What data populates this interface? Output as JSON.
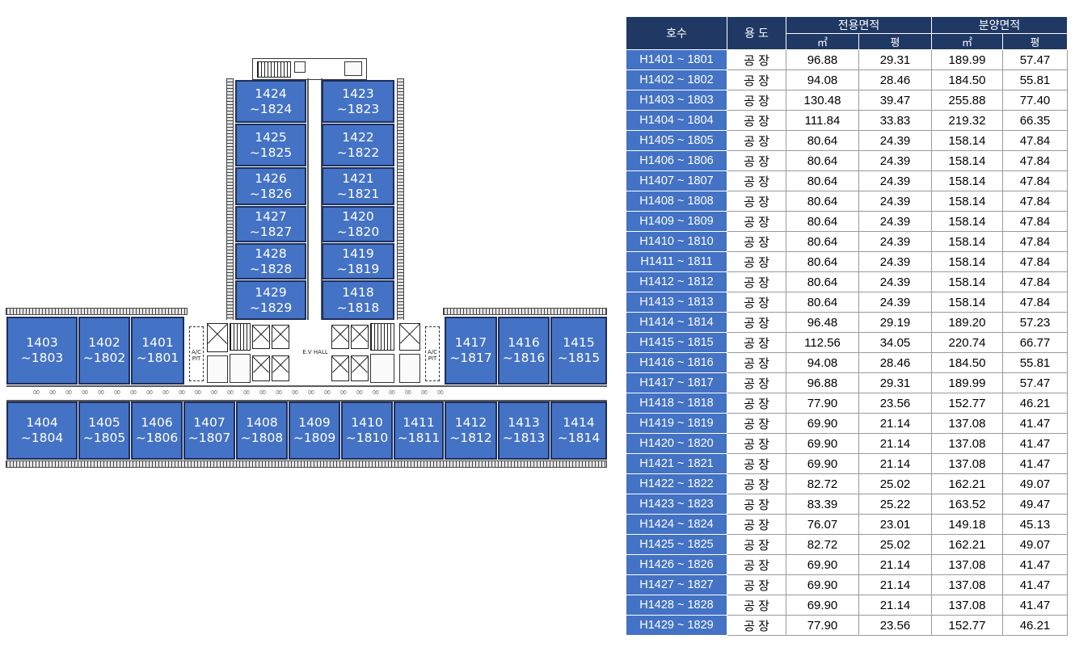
{
  "plan": {
    "ev_hall_label": "E.V HALL",
    "ac_pit_label": "A/C PIT",
    "colors": {
      "unit_fill": "#4472c4",
      "unit_border": "#1c2f5c"
    },
    "units": {
      "u1424": [
        "1424",
        "~1824"
      ],
      "u1423": [
        "1423",
        "~1823"
      ],
      "u1425": [
        "1425",
        "~1825"
      ],
      "u1422": [
        "1422",
        "~1822"
      ],
      "u1426": [
        "1426",
        "~1826"
      ],
      "u1421": [
        "1421",
        "~1821"
      ],
      "u1427": [
        "1427",
        "~1827"
      ],
      "u1420": [
        "1420",
        "~1820"
      ],
      "u1428": [
        "1428",
        "~1828"
      ],
      "u1419": [
        "1419",
        "~1819"
      ],
      "u1429": [
        "1429",
        "~1829"
      ],
      "u1418": [
        "1418",
        "~1818"
      ],
      "u1403": [
        "1403",
        "~1803"
      ],
      "u1402": [
        "1402",
        "~1802"
      ],
      "u1401": [
        "1401",
        "~1801"
      ],
      "u1417": [
        "1417",
        "~1817"
      ],
      "u1416": [
        "1416",
        "~1816"
      ],
      "u1415": [
        "1415",
        "~1815"
      ],
      "u1404": [
        "1404",
        "~1804"
      ],
      "u1405": [
        "1405",
        "~1805"
      ],
      "u1406": [
        "1406",
        "~1806"
      ],
      "u1407": [
        "1407",
        "~1807"
      ],
      "u1408": [
        "1408",
        "~1808"
      ],
      "u1409": [
        "1409",
        "~1809"
      ],
      "u1410": [
        "1410",
        "~1810"
      ],
      "u1411": [
        "1411",
        "~1811"
      ],
      "u1412": [
        "1412",
        "~1812"
      ],
      "u1413": [
        "1413",
        "~1813"
      ],
      "u1414": [
        "1414",
        "~1814"
      ]
    }
  },
  "table": {
    "header": {
      "ho": "호수",
      "use": "용 도",
      "exclusive": "전용면적",
      "sale": "분양면적",
      "sqm": "㎡",
      "pyeong": "평"
    },
    "colors": {
      "header_bg": "#1f3864",
      "ho_bg": "#4472c4"
    },
    "rows": [
      [
        "H1401 ~ 1801",
        "공 장",
        "96.88",
        "29.31",
        "189.99",
        "57.47"
      ],
      [
        "H1402 ~ 1802",
        "공 장",
        "94.08",
        "28.46",
        "184.50",
        "55.81"
      ],
      [
        "H1403 ~ 1803",
        "공 장",
        "130.48",
        "39.47",
        "255.88",
        "77.40"
      ],
      [
        "H1404 ~ 1804",
        "공 장",
        "111.84",
        "33.83",
        "219.32",
        "66.35"
      ],
      [
        "H1405 ~ 1805",
        "공 장",
        "80.64",
        "24.39",
        "158.14",
        "47.84"
      ],
      [
        "H1406 ~ 1806",
        "공 장",
        "80.64",
        "24.39",
        "158.14",
        "47.84"
      ],
      [
        "H1407 ~ 1807",
        "공 장",
        "80.64",
        "24.39",
        "158.14",
        "47.84"
      ],
      [
        "H1408 ~ 1808",
        "공 장",
        "80.64",
        "24.39",
        "158.14",
        "47.84"
      ],
      [
        "H1409 ~ 1809",
        "공 장",
        "80.64",
        "24.39",
        "158.14",
        "47.84"
      ],
      [
        "H1410 ~ 1810",
        "공 장",
        "80.64",
        "24.39",
        "158.14",
        "47.84"
      ],
      [
        "H1411 ~ 1811",
        "공 장",
        "80.64",
        "24.39",
        "158.14",
        "47.84"
      ],
      [
        "H1412 ~ 1812",
        "공 장",
        "80.64",
        "24.39",
        "158.14",
        "47.84"
      ],
      [
        "H1413 ~ 1813",
        "공 장",
        "80.64",
        "24.39",
        "158.14",
        "47.84"
      ],
      [
        "H1414 ~ 1814",
        "공 장",
        "96.48",
        "29.19",
        "189.20",
        "57.23"
      ],
      [
        "H1415 ~ 1815",
        "공 장",
        "112.56",
        "34.05",
        "220.74",
        "66.77"
      ],
      [
        "H1416 ~ 1816",
        "공 장",
        "94.08",
        "28.46",
        "184.50",
        "55.81"
      ],
      [
        "H1417 ~ 1817",
        "공 장",
        "96.88",
        "29.31",
        "189.99",
        "57.47"
      ],
      [
        "H1418 ~ 1818",
        "공 장",
        "77.90",
        "23.56",
        "152.77",
        "46.21"
      ],
      [
        "H1419 ~ 1819",
        "공 장",
        "69.90",
        "21.14",
        "137.08",
        "41.47"
      ],
      [
        "H1420 ~ 1820",
        "공 장",
        "69.90",
        "21.14",
        "137.08",
        "41.47"
      ],
      [
        "H1421 ~ 1821",
        "공 장",
        "69.90",
        "21.14",
        "137.08",
        "41.47"
      ],
      [
        "H1422 ~ 1822",
        "공 장",
        "82.72",
        "25.02",
        "162.21",
        "49.07"
      ],
      [
        "H1423 ~ 1823",
        "공 장",
        "83.39",
        "25.22",
        "163.52",
        "49.47"
      ],
      [
        "H1424 ~ 1824",
        "공 장",
        "76.07",
        "23.01",
        "149.18",
        "45.13"
      ],
      [
        "H1425 ~ 1825",
        "공 장",
        "82.72",
        "25.02",
        "162.21",
        "49.07"
      ],
      [
        "H1426 ~ 1826",
        "공 장",
        "69.90",
        "21.14",
        "137.08",
        "41.47"
      ],
      [
        "H1427 ~ 1827",
        "공 장",
        "69.90",
        "21.14",
        "137.08",
        "41.47"
      ],
      [
        "H1428 ~ 1828",
        "공 장",
        "69.90",
        "21.14",
        "137.08",
        "41.47"
      ],
      [
        "H1429 ~ 1829",
        "공 장",
        "77.90",
        "23.56",
        "152.77",
        "46.21"
      ]
    ]
  }
}
